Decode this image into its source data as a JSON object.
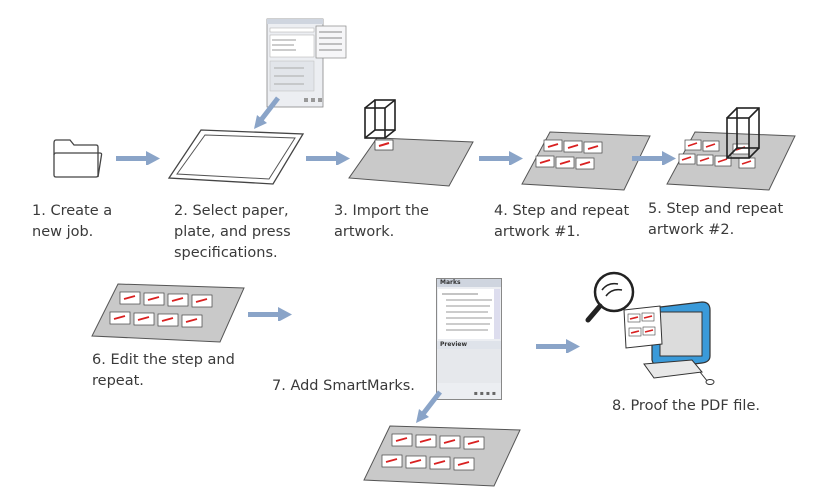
{
  "steps": [
    {
      "number": 1,
      "label": "1. Create a\nnew job."
    },
    {
      "number": 2,
      "label": "2. Select paper,\nplate, and press\nspecifications."
    },
    {
      "number": 3,
      "label": "3. Import the\nartwork."
    },
    {
      "number": 4,
      "label": "4. Step and repeat\nartwork #1."
    },
    {
      "number": 5,
      "label": "5. Step and repeat\nartwork #2."
    },
    {
      "number": 6,
      "label": "6. Edit the step and\nrepeat."
    },
    {
      "number": 7,
      "label": "7. Add SmartMarks."
    },
    {
      "number": 8,
      "label": "8. Proof the PDF file."
    }
  ],
  "marks_palette": {
    "title": "Marks",
    "preview_label": "Preview"
  },
  "colors": {
    "arrow": "#8aa4c8",
    "sheet": "#c9c9c9",
    "sheet_stroke": "#555555",
    "artwork_red": "#d92121",
    "monitor_blue": "#3a9ad9"
  }
}
